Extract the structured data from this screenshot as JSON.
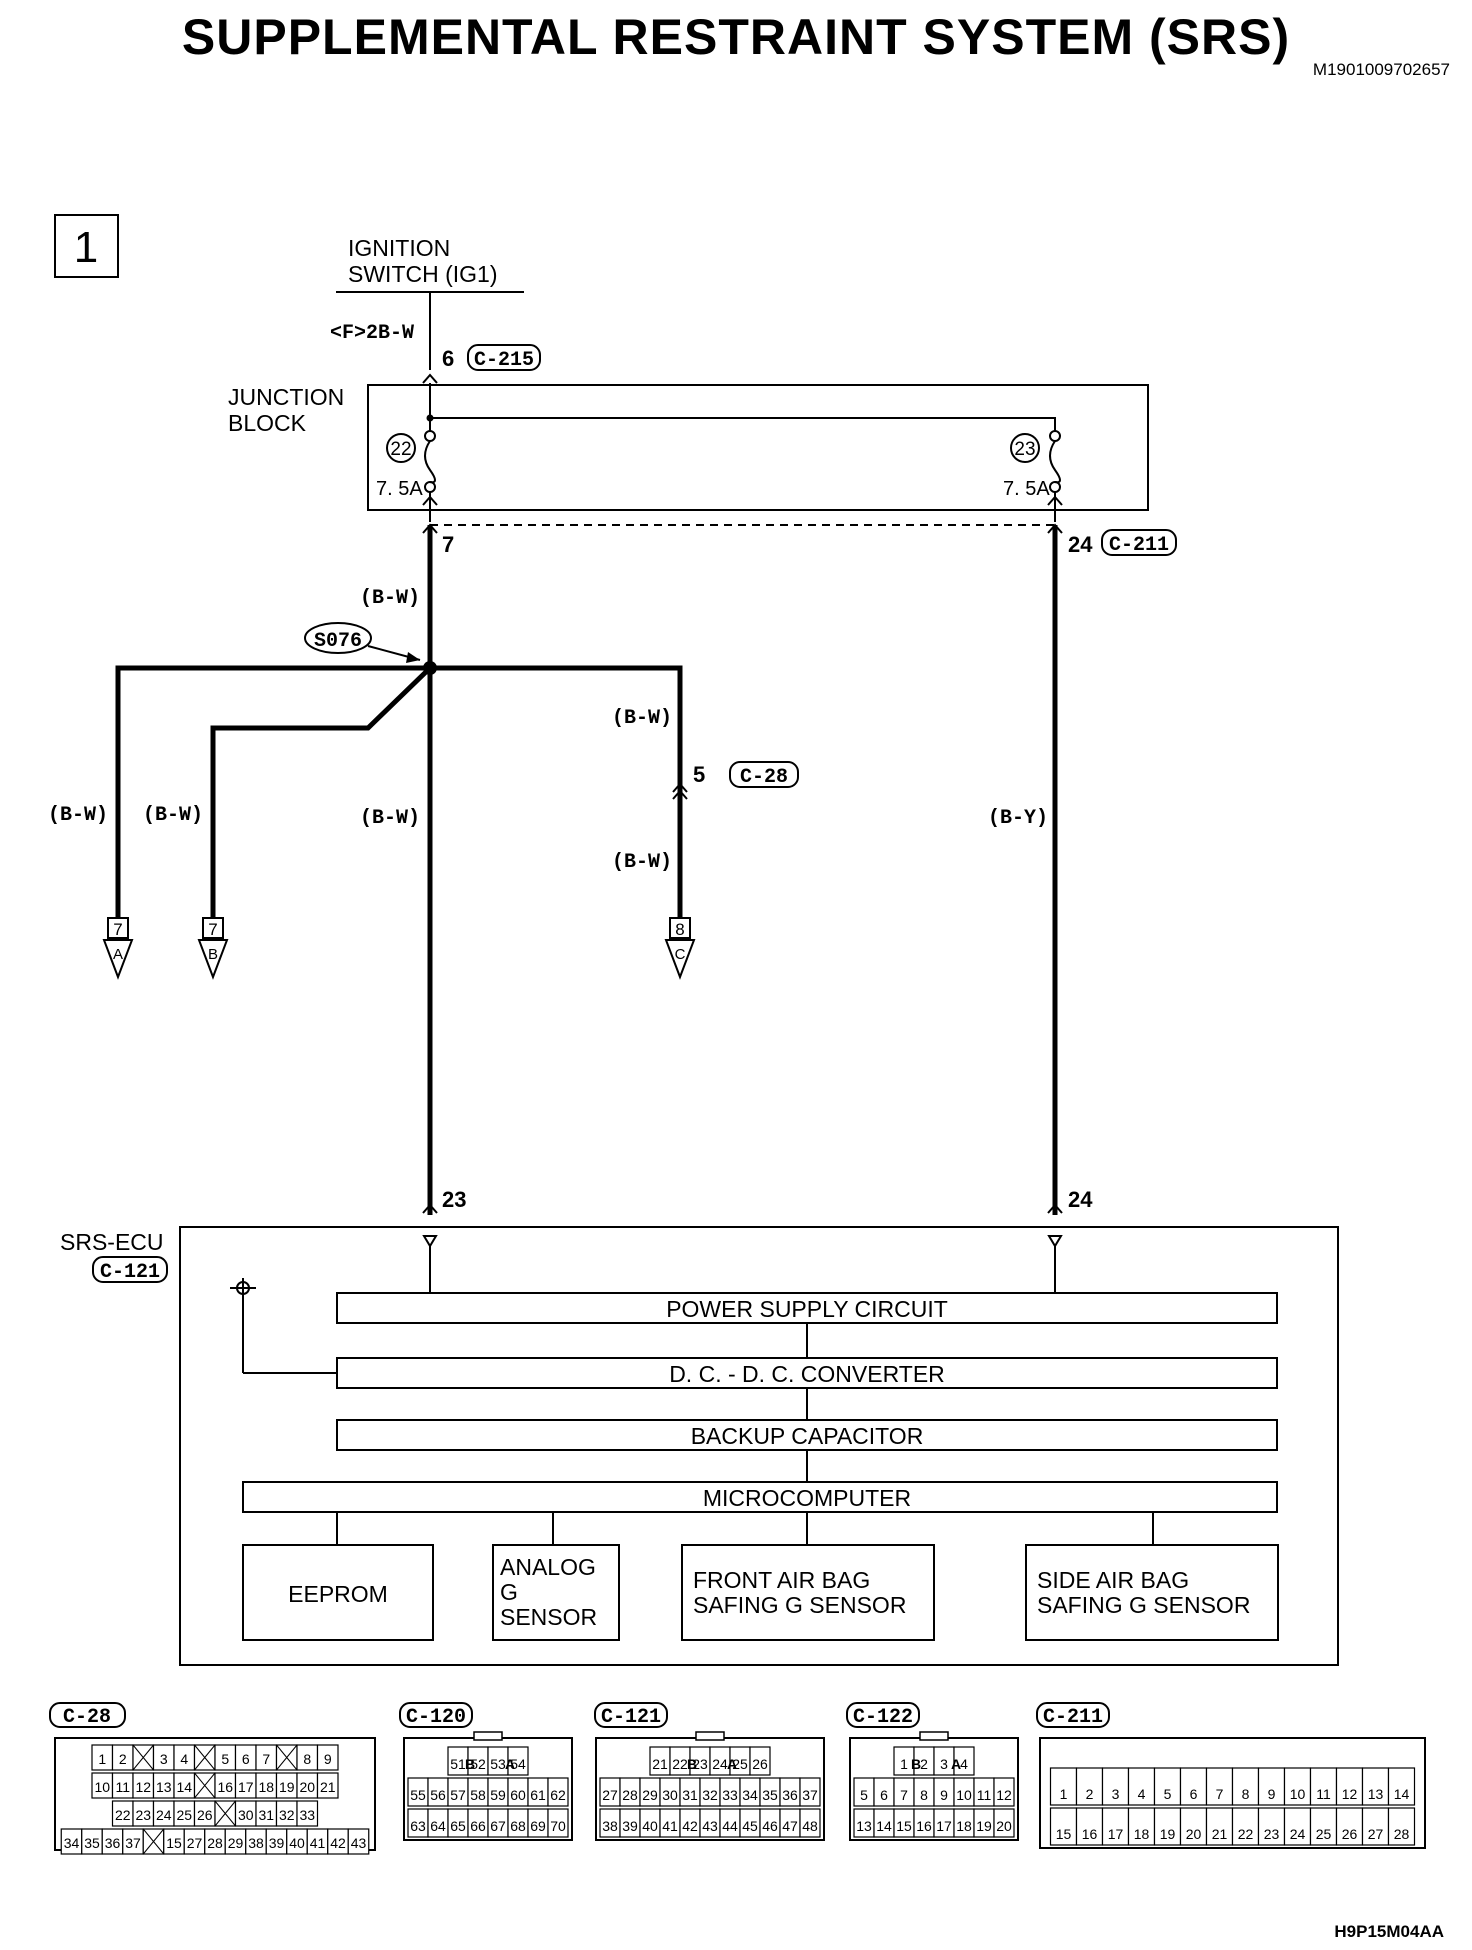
{
  "title": "SUPPLEMENTAL RESTRAINT SYSTEM (SRS)",
  "doc_id": "M1901009702657",
  "figure_id": "H9P15M04AA",
  "sheet_number": "1",
  "ignition": {
    "line1": "IGNITION",
    "line2": "SWITCH (IG1)",
    "wire": "<F>2B-W"
  },
  "junction_block": {
    "line1": "JUNCTION",
    "line2": "BLOCK",
    "fuse_left": {
      "number": "22",
      "rating": "7. 5A"
    },
    "fuse_right": {
      "number": "23",
      "rating": "7. 5A"
    }
  },
  "terminals": {
    "ig_pin": "6",
    "ig_conn": "C-215",
    "left_out_pin": "7",
    "right_out_pin": "24",
    "right_out_conn": "C-211",
    "c28_pin": "5",
    "c28_conn": "C-28",
    "ecu_pin_left": "23",
    "ecu_pin_right": "24"
  },
  "splice": "S076",
  "wire_colors": {
    "bw_top": "(B-W)",
    "bw_far_left": "(B-W)",
    "bw_left": "(B-W)",
    "bw_center": "(B-W)",
    "bw_c28_upper": "(B-W)",
    "bw_c28_lower": "(B-W)",
    "by_right": "(B-Y)"
  },
  "offpage": [
    {
      "num": "7",
      "letter": "A"
    },
    {
      "num": "7",
      "letter": "B"
    },
    {
      "num": "8",
      "letter": "C"
    }
  ],
  "ecu": {
    "name": "SRS-ECU",
    "conn": "C-121",
    "blocks": {
      "power": "POWER SUPPLY CIRCUIT",
      "dcdc": "D. C. - D. C. CONVERTER",
      "backup": "BACKUP CAPACITOR",
      "micro": "MICROCOMPUTER"
    },
    "sub": {
      "eeprom": "EEPROM",
      "analog1": "ANALOG",
      "analog2": "G",
      "analog3": "SENSOR",
      "front1": "FRONT AIR BAG",
      "front2": "SAFING G SENSOR",
      "side1": "SIDE AIR BAG",
      "side2": "SAFING G SENSOR"
    }
  },
  "connectors": {
    "c28": {
      "label": "C-28",
      "rows": [
        [
          "1",
          "2",
          "",
          "3",
          "4",
          "",
          "5",
          "6",
          "7",
          "",
          "8",
          "9"
        ],
        [
          "10",
          "11",
          "12",
          "13",
          "14",
          "",
          "16",
          "17",
          "18",
          "19",
          "20",
          "21"
        ],
        [
          "22",
          "23",
          "24",
          "25",
          "26",
          "",
          "30",
          "31",
          "32",
          "33"
        ],
        [
          "34",
          "35",
          "36",
          "37",
          "",
          "15",
          "27",
          "28",
          "29",
          "38",
          "39",
          "40",
          "41",
          "42",
          "43"
        ]
      ]
    },
    "c120": {
      "label": "C-120",
      "keys": [
        "B",
        "A"
      ],
      "rows": [
        [
          "51",
          "52",
          "53",
          "54"
        ],
        [
          "55",
          "56",
          "57",
          "58",
          "59",
          "60",
          "61",
          "62"
        ],
        [
          "63",
          "64",
          "65",
          "66",
          "67",
          "68",
          "69",
          "70"
        ]
      ]
    },
    "c121": {
      "label": "C-121",
      "keys": [
        "B",
        "A"
      ],
      "rows": [
        [
          "21",
          "22",
          "23",
          "24",
          "25",
          "26"
        ],
        [
          "27",
          "28",
          "29",
          "30",
          "31",
          "32",
          "33",
          "34",
          "35",
          "36",
          "37"
        ],
        [
          "38",
          "39",
          "40",
          "41",
          "42",
          "43",
          "44",
          "45",
          "46",
          "47",
          "48"
        ]
      ]
    },
    "c122": {
      "label": "C-122",
      "keys": [
        "B",
        "A"
      ],
      "rows": [
        [
          "1",
          "2",
          "3",
          "4"
        ],
        [
          "5",
          "6",
          "7",
          "8",
          "9",
          "10",
          "11",
          "12"
        ],
        [
          "13",
          "14",
          "15",
          "16",
          "17",
          "18",
          "19",
          "20"
        ]
      ]
    },
    "c211": {
      "label": "C-211",
      "rows": [
        [
          "1",
          "2",
          "3",
          "4",
          "5",
          "6",
          "7",
          "8",
          "9",
          "10",
          "11",
          "12",
          "13",
          "14"
        ],
        [
          "15",
          "16",
          "17",
          "18",
          "19",
          "20",
          "21",
          "22",
          "23",
          "24",
          "25",
          "26",
          "27",
          "28"
        ]
      ]
    }
  }
}
